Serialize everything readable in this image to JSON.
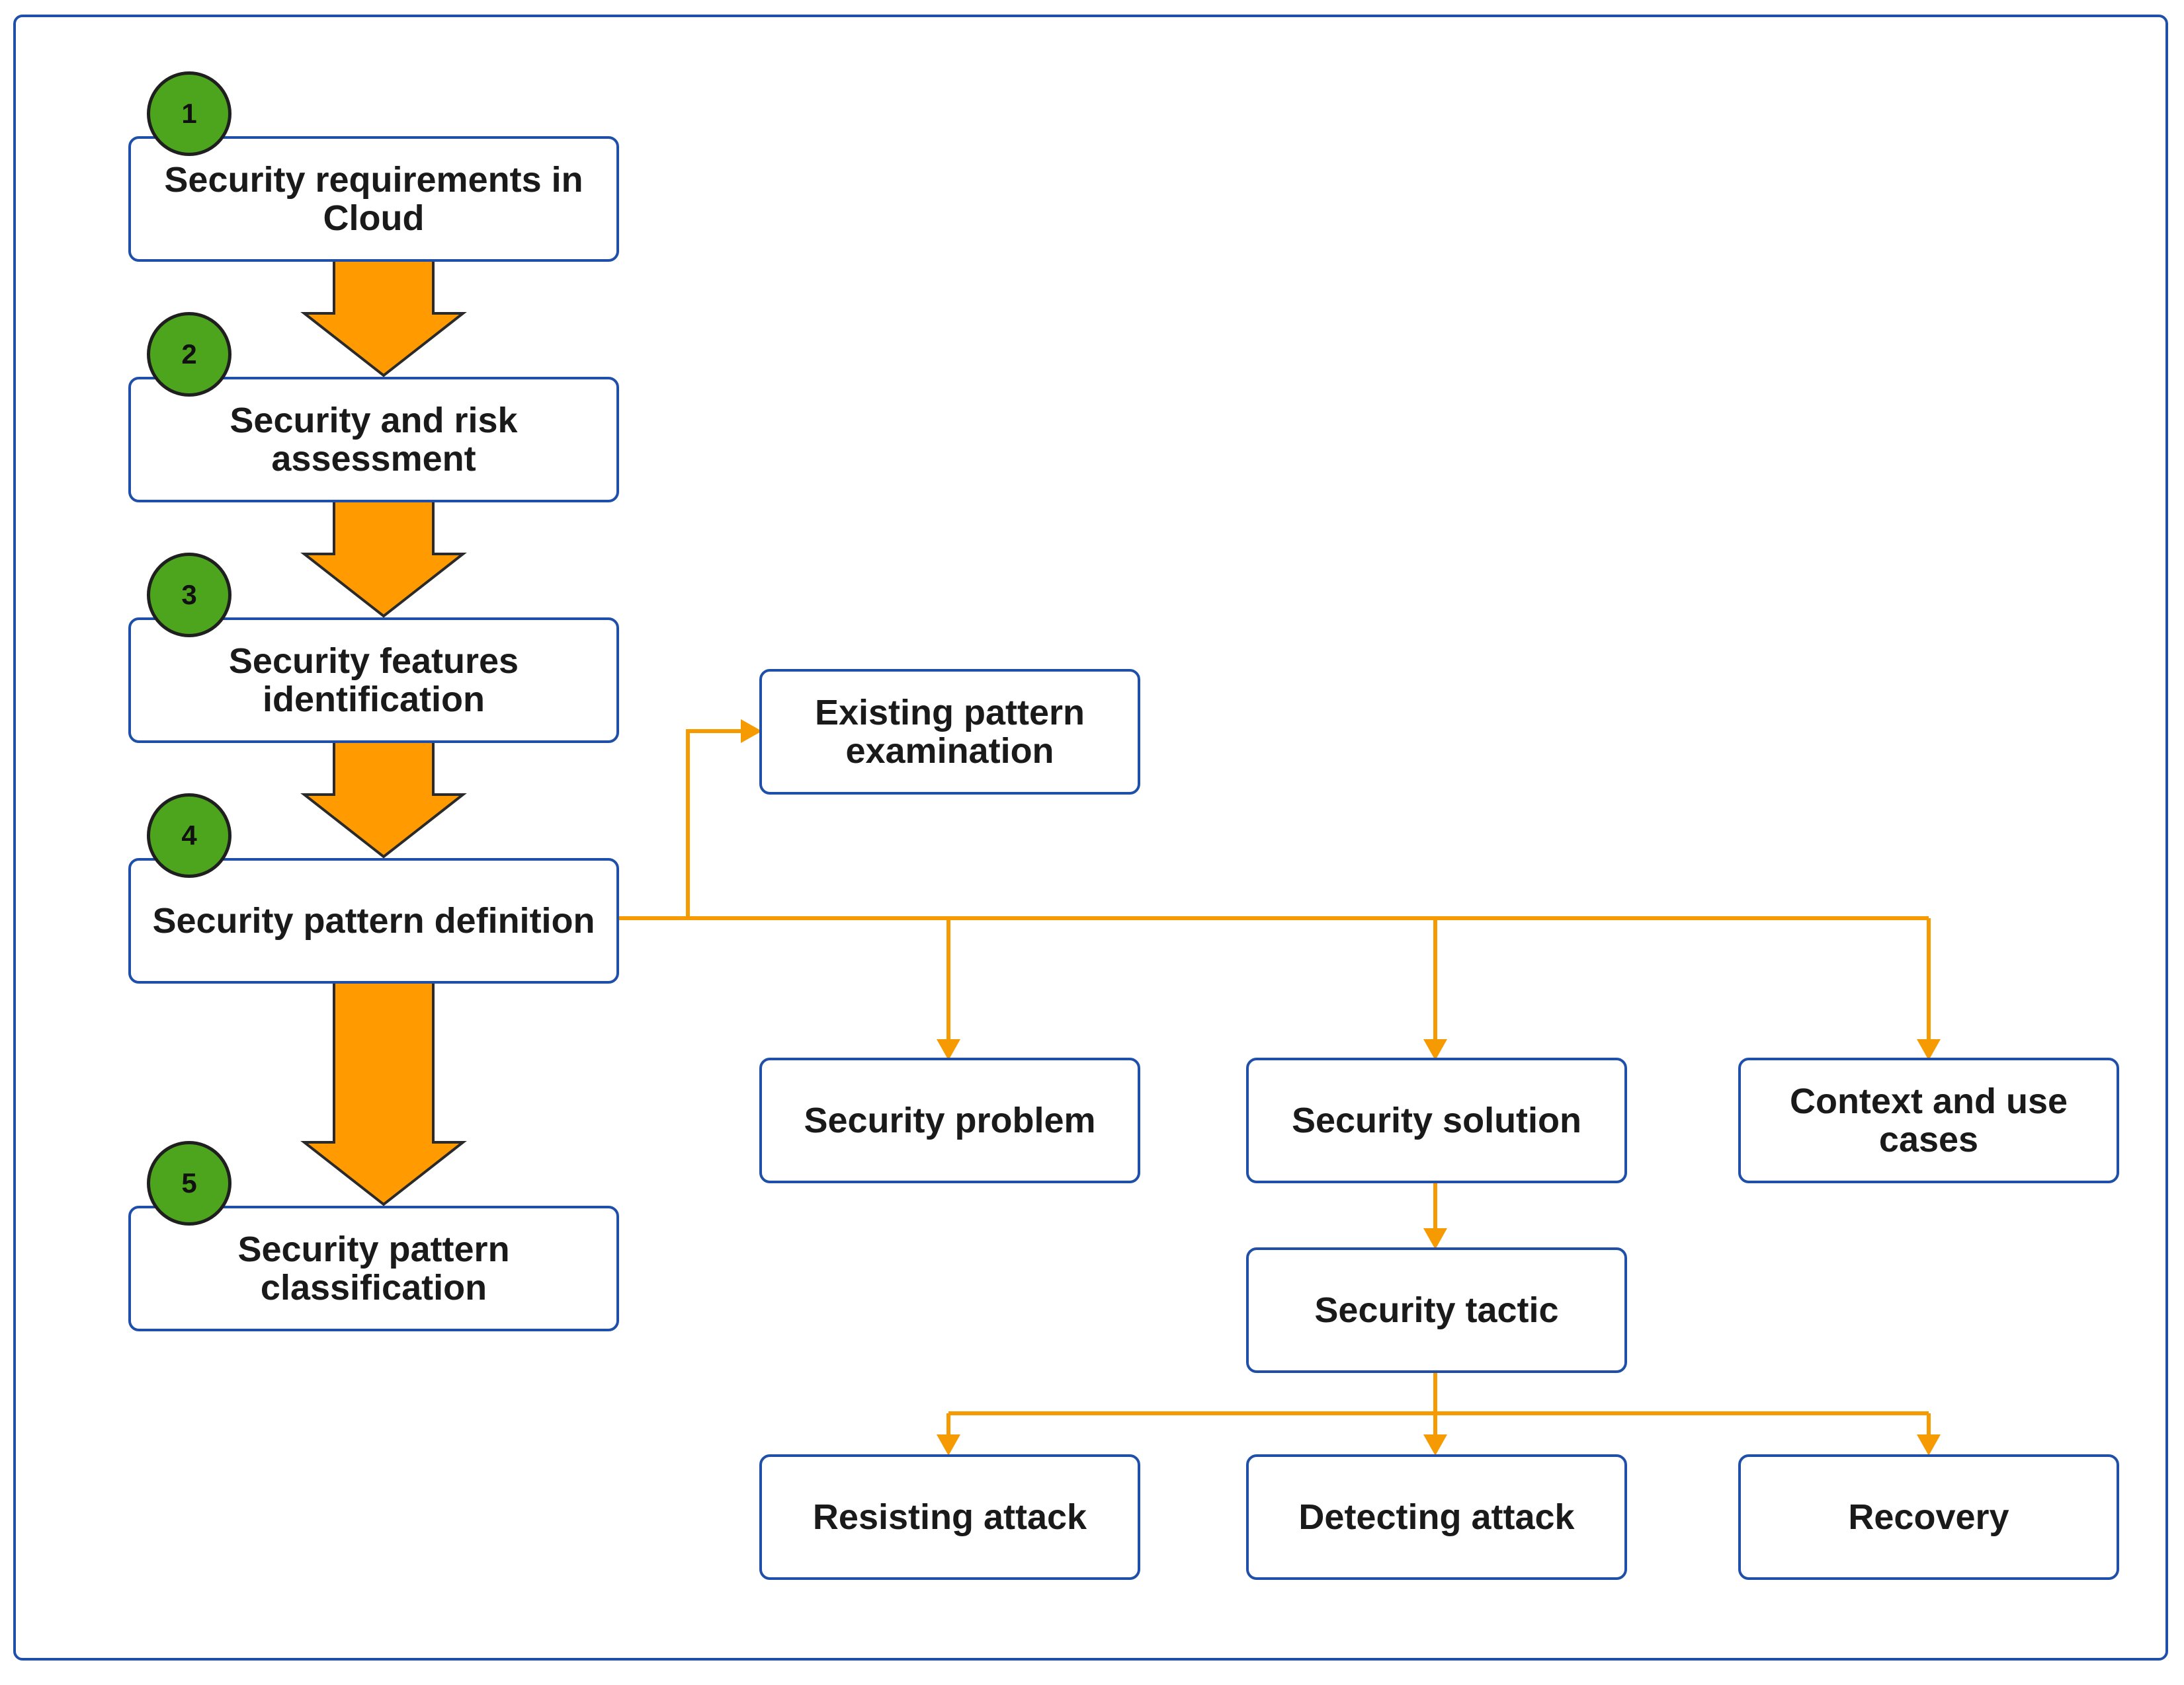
{
  "colors": {
    "border": "#1f4fa8",
    "badge_fill": "#4ca51d",
    "big_arrow": "#ff9a00",
    "connector": "#f59a00"
  },
  "steps": [
    {
      "number": "1",
      "label": "Security requirements in Cloud"
    },
    {
      "number": "2",
      "label": "Security and risk assessment"
    },
    {
      "number": "3",
      "label": "Security features identification"
    },
    {
      "number": "4",
      "label": "Security pattern definition"
    },
    {
      "number": "5",
      "label": "Security pattern classification"
    }
  ],
  "nodes": {
    "existing_pattern": "Existing pattern examination",
    "security_problem": "Security problem",
    "security_solution": "Security solution",
    "context_use_cases": "Context and use cases",
    "security_tactic": "Security tactic",
    "resisting_attack": "Resisting attack",
    "detecting_attack": "Detecting attack",
    "recovery": "Recovery"
  }
}
